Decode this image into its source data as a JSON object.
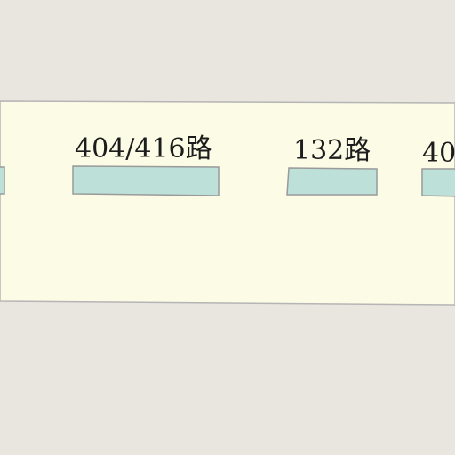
{
  "map": {
    "colors": {
      "background": "#e9e5df",
      "block_fill": "#fcfce6",
      "block_stroke": "#b5b5b5",
      "stop_fill": "#bde1d8",
      "stop_stroke": "#9a9a9a",
      "label": "#1c1c1c"
    },
    "route_labels": [
      {
        "text": "404/416路"
      },
      {
        "text": "132路"
      },
      {
        "text": "40"
      }
    ]
  }
}
